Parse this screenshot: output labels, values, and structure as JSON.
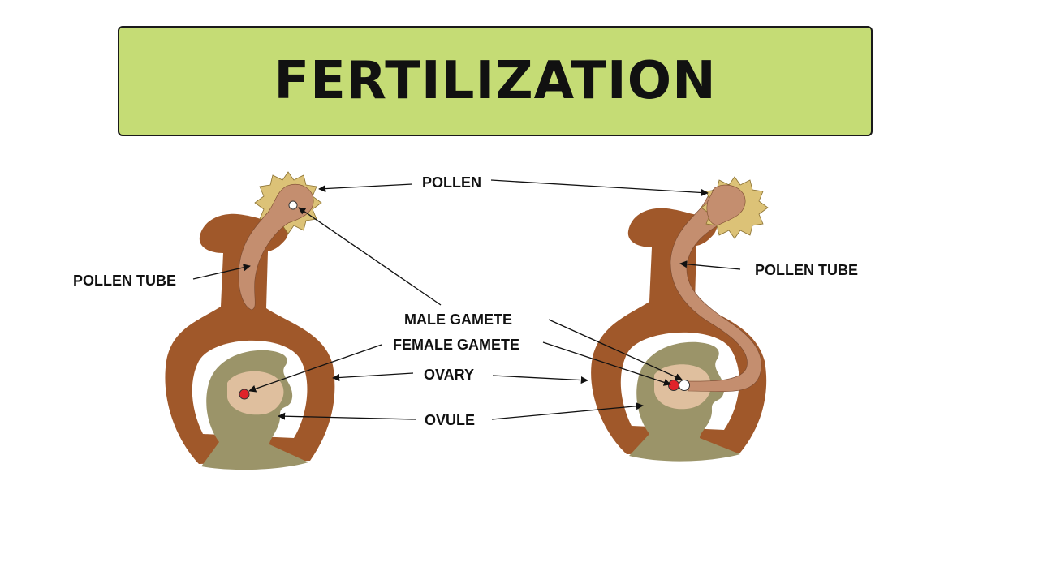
{
  "title": "FERTILIZATION",
  "labels": {
    "pollen": "POLLEN",
    "pollen_tube_left": "POLLEN TUBE",
    "pollen_tube_right": "POLLEN TUBE",
    "male_gamete": "MALE GAMETE",
    "female_gamete": "FEMALE GAMETE",
    "ovary": "OVARY",
    "ovule": "OVULE"
  },
  "colors": {
    "banner": "#c5dc75",
    "ovary_wall": "#a0582a",
    "ovule": "#9b9469",
    "pollen_tube": "#c48e6f",
    "pollen_grain": "#dcc277",
    "embryo_sac": "#dfbf9e",
    "female_gamete": "#e0232a",
    "male_gamete": "#ffffff"
  }
}
